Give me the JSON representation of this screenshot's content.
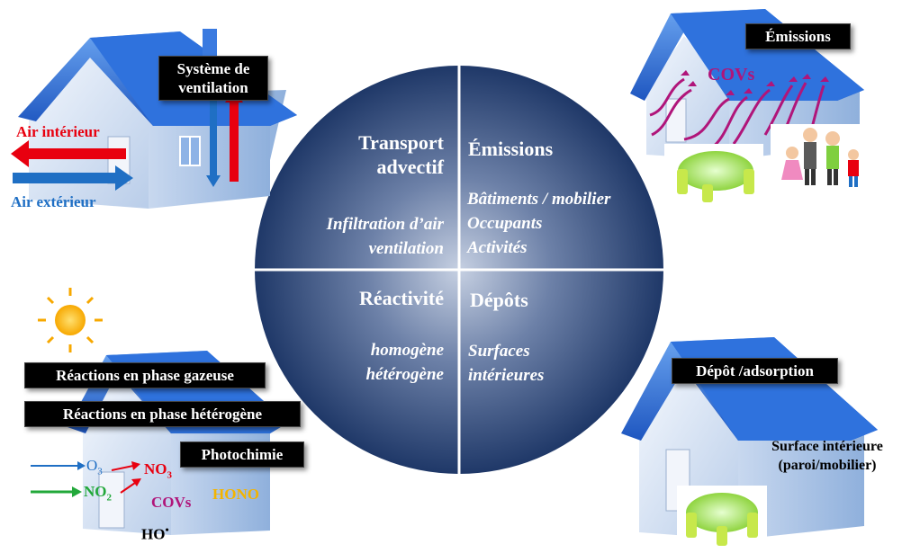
{
  "center": {
    "transport": {
      "title_line1": "Transport",
      "title_line2": "advectif",
      "detail_line1": "Infiltration d’air",
      "detail_line2": "ventilation"
    },
    "emissions": {
      "title": "Émissions",
      "detail_line1": "Bâtiments / mobilier",
      "detail_line2": "Occupants",
      "detail_line3": "Activités"
    },
    "reactivite": {
      "title": "Réactivité",
      "detail_line1": "homogène",
      "detail_line2": "hétérogène"
    },
    "depots": {
      "title": "Dépôts",
      "detail_line1": "Surfaces",
      "detail_line2": "intérieures"
    }
  },
  "top_left": {
    "label_line1": "Système de",
    "label_line2": "ventilation",
    "air_interieur": "Air intérieur",
    "air_exterieur": "Air extérieur"
  },
  "top_right": {
    "label": "Émissions",
    "covs": "COVs"
  },
  "bottom_left": {
    "label1": "Réactions en phase gazeuse",
    "label2": "Réactions en phase hétérogène",
    "label3": "Photochimie",
    "o3": "O",
    "o3_sub": "3",
    "no3": "NO",
    "no3_sub": "3",
    "no2": "NO",
    "no2_sub": "2",
    "covs": "COVs",
    "hono": "HONO",
    "ho": "HO",
    "ho_sup": "•"
  },
  "bottom_right": {
    "label": "Dépôt /adsorption",
    "surface_line1": "Surface intérieure",
    "surface_line2": "(paroi/mobilier)"
  },
  "colors": {
    "roof": "#2f6fd8",
    "wall": "#dbe6f6",
    "circle_center": "#c9d3e4",
    "circle_edge": "#1d3566",
    "red": "#e8000f",
    "blue": "#1f6fc4",
    "magenta": "#b0157a",
    "green": "#22a83a",
    "orange_text": "#f3b400"
  }
}
